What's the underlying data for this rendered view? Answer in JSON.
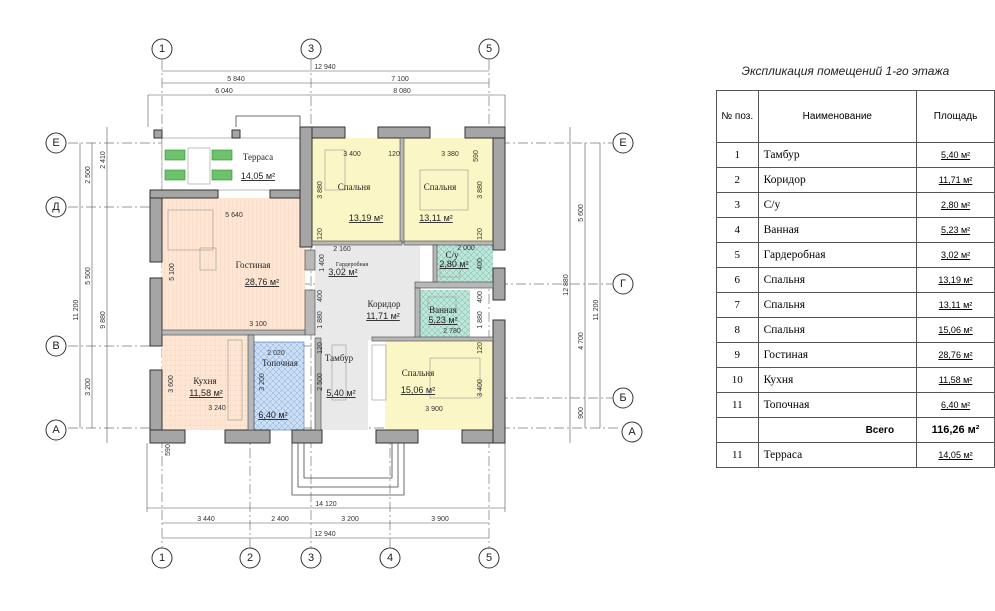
{
  "axes": {
    "columns": [
      "1",
      "2",
      "3",
      "4",
      "5"
    ],
    "rows_left": [
      "Е",
      "Д",
      "В",
      "А"
    ],
    "rows_right": [
      "Е",
      "Г",
      "Б",
      "А"
    ]
  },
  "dimensions": {
    "top": {
      "total": "12 940",
      "d1": "5 840",
      "d2": "7 100",
      "d3": "6 040",
      "d4": "8 080"
    },
    "bottom": {
      "overall": "14 120",
      "d1": "3 440",
      "d2": "2 400",
      "d3": "3 200",
      "d4": "3 900",
      "total": "12 940"
    },
    "left": {
      "total": "11 200",
      "d1": "2 500",
      "d2": "5 500",
      "d3": "3 200",
      "d4": "2 410",
      "d5": "9 880",
      "d6": "590"
    },
    "right": {
      "overall": "12 880",
      "d1": "5 600",
      "d2": "4 700",
      "d3": "900",
      "total": "11 200"
    },
    "interior": [
      "3 400",
      "120",
      "3 380",
      "590",
      "3 880",
      "3 880",
      "120",
      "120",
      "5 640",
      "5 100",
      "2 160",
      "1 400",
      "2 000",
      "400",
      "400",
      "1 880",
      "3 100",
      "2 020",
      "120",
      "3 200",
      "2 500",
      "3 600",
      "3 240",
      "400",
      "1 880",
      "2 780",
      "120",
      "3 400",
      "3 900"
    ]
  },
  "rooms": {
    "terrace": {
      "name": "Терраса",
      "area": "14,05 м²"
    },
    "bedroom6": {
      "name": "Спальня",
      "area": "13,19 м²"
    },
    "bedroom7": {
      "name": "Спальня",
      "area": "13,11 м²"
    },
    "wardrobe": {
      "name": "Гардеробная",
      "area": "3,02 м²"
    },
    "wc": {
      "name": "С/у",
      "area": "2,80 м²"
    },
    "living": {
      "name": "Гостиная",
      "area": "28,76 м²"
    },
    "corridor": {
      "name": "Коридор",
      "area": "11,71 м²"
    },
    "bath": {
      "name": "Ванная",
      "area": "5,23 м²"
    },
    "vestibule": {
      "name": "Тамбур",
      "area": "5,40 м²"
    },
    "boiler": {
      "name": "Топочная",
      "area": "6,40 м²"
    },
    "kitchen": {
      "name": "Кухня",
      "area": "11,58 м²"
    },
    "bedroom8": {
      "name": "Спальня",
      "area": "15,06 м²"
    }
  },
  "colors": {
    "bedroom": "#fbf6c6",
    "living": "#fde6d4",
    "wet": "#bfe5da",
    "boiler": "#cddff4",
    "corridor": "#e9e9e9"
  },
  "table": {
    "title": "Экспликация помещений 1-го этажа",
    "headers": [
      "№ поз.",
      "Наименование",
      "Площадь"
    ],
    "rows": [
      {
        "n": "1",
        "name": "Тамбур",
        "area": "5,40 м²"
      },
      {
        "n": "2",
        "name": "Коридор",
        "area": "11,71 м²"
      },
      {
        "n": "3",
        "name": "С/у",
        "area": "2,80 м²"
      },
      {
        "n": "4",
        "name": "Ванная",
        "area": "5,23 м²"
      },
      {
        "n": "5",
        "name": "Гардеробная",
        "area": "3,02 м²"
      },
      {
        "n": "6",
        "name": "Спальня",
        "area": "13,19 м²"
      },
      {
        "n": "7",
        "name": "Спальня",
        "area": "13,11 м²"
      },
      {
        "n": "8",
        "name": "Спальня",
        "area": "15,06 м²"
      },
      {
        "n": "9",
        "name": "Гостиная",
        "area": "28,76 м²"
      },
      {
        "n": "10",
        "name": "Кухня",
        "area": "11,58 м²"
      },
      {
        "n": "11",
        "name": "Топочная",
        "area": "6,40 м²"
      }
    ],
    "total_label": "Всего",
    "total_value": "116,26 м²",
    "extra": {
      "n": "11",
      "name": "Терраса",
      "area": "14,05 м²"
    }
  }
}
